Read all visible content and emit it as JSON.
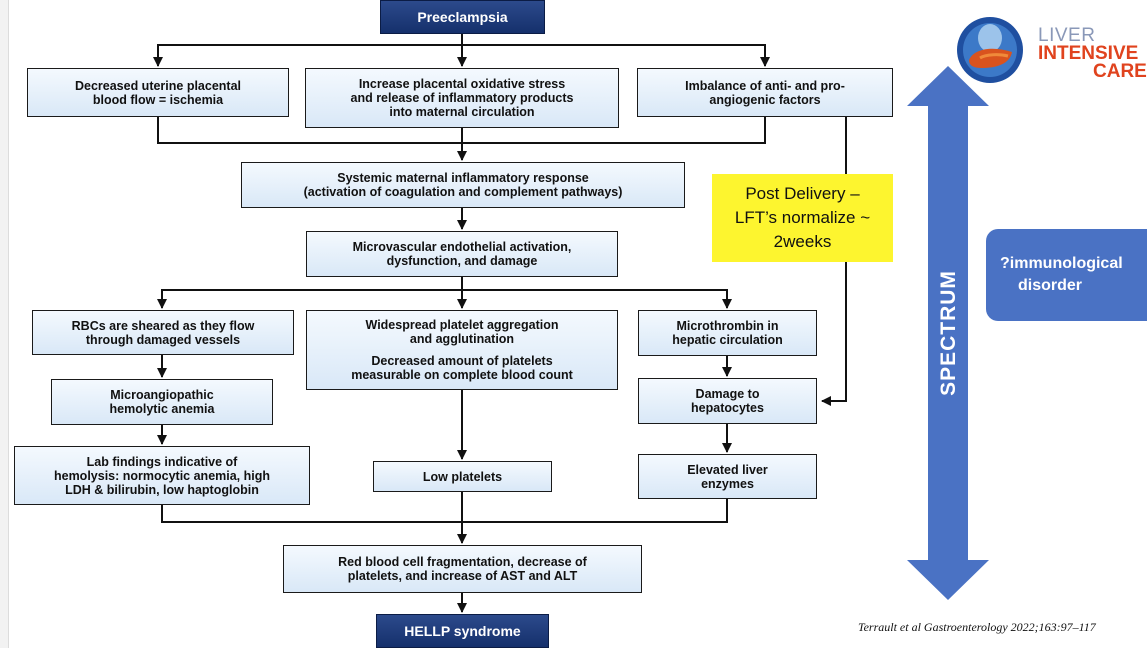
{
  "flowchart": {
    "preeclampsia": "Preeclampsia",
    "decreased_flow": [
      "Decreased uterine placental",
      "blood flow = ischemia"
    ],
    "oxidative_stress": [
      "Increase placental oxidative stress",
      "and release of inflammatory products",
      "into maternal circulation"
    ],
    "imbalance": [
      "Imbalance of anti- and pro-",
      "angiogenic factors"
    ],
    "systemic_response": [
      "Systemic maternal inflammatory response",
      "(activation of coagulation and complement pathways)"
    ],
    "microvascular": [
      "Microvascular endothelial activation,",
      "dysfunction, and damage"
    ],
    "rbc_sheared": [
      "RBCs are sheared as they flow",
      "through damaged vessels"
    ],
    "platelet_aggregation": [
      "Widespread platelet aggregation",
      "and agglutination"
    ],
    "decreased_platelets": [
      "Decreased amount of platelets",
      "measurable on complete blood count"
    ],
    "microthrombin": [
      "Microthrombin in",
      "hepatic circulation"
    ],
    "hemolytic_anemia": [
      "Microangiopathic",
      "hemolytic anemia"
    ],
    "damage_hepatocytes": [
      "Damage to",
      "hepatocytes"
    ],
    "lab_findings": [
      "Lab findings indicative of",
      "hemolysis: normocytic anemia, high",
      "LDH & bilirubin, low haptoglobin"
    ],
    "low_platelets": "Low platelets",
    "elevated_enzymes": [
      "Elevated liver",
      "enzymes"
    ],
    "rbc_fragmentation": [
      "Red blood cell fragmentation, decrease of",
      "platelets, and increase of AST and ALT"
    ],
    "hellp": "HELLP syndrome"
  },
  "note": [
    "Post Delivery –",
    "LFT’s normalize ~",
    "2weeks"
  ],
  "spectrum": {
    "label": "SPECTRUM",
    "color": "#4a72c4"
  },
  "immunological": [
    "?immunological",
    "disorder"
  ],
  "logo": {
    "line1": "LIVER",
    "line2": "INTENSIVE",
    "line3": "CARE",
    "icon": "liver-globe-icon"
  },
  "citation": "Terrault et al Gastroenterology 2022;163:97–117"
}
